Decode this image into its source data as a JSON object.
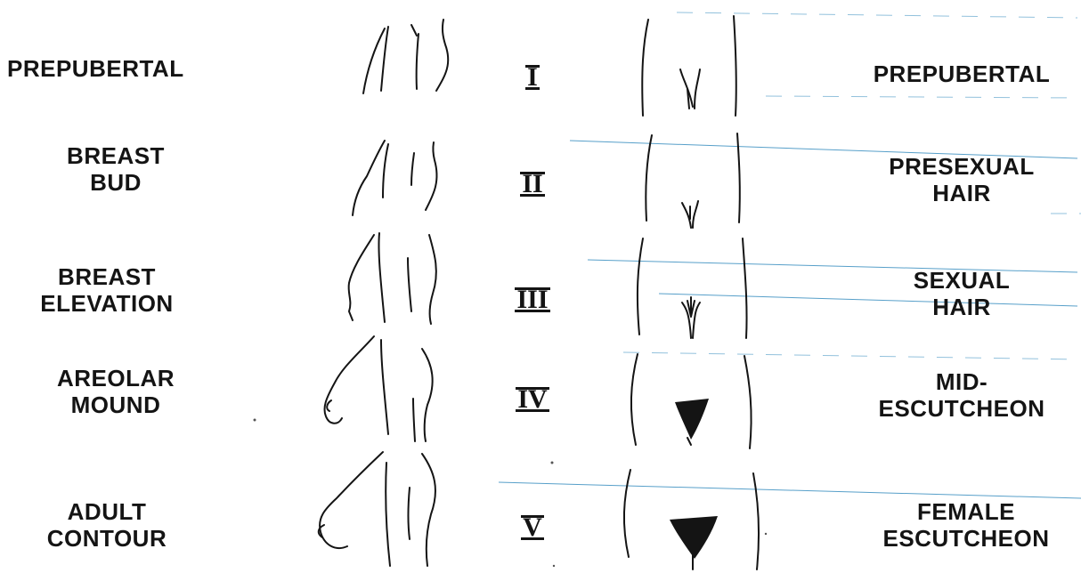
{
  "colors": {
    "ink": "#141414",
    "scan_line": "#3a8fc0",
    "background": "#ffffff"
  },
  "stages": [
    {
      "roman": "I",
      "breast_label": "PREPUBERTAL",
      "pubic_label": "PREPUBERTAL"
    },
    {
      "roman": "II",
      "breast_label": "BREAST\nBUD",
      "pubic_label": "PRESEXUAL\nHAIR"
    },
    {
      "roman": "III",
      "breast_label": "BREAST\nELEVATION",
      "pubic_label": "SEXUAL\nHAIR"
    },
    {
      "roman": "IV",
      "breast_label": "AREOLAR\nMOUND",
      "pubic_label": "MID-\nESCUTCHEON"
    },
    {
      "roman": "V",
      "breast_label": "ADULT\nCONTOUR",
      "pubic_label": "FEMALE\nESCUTCHEON"
    }
  ]
}
